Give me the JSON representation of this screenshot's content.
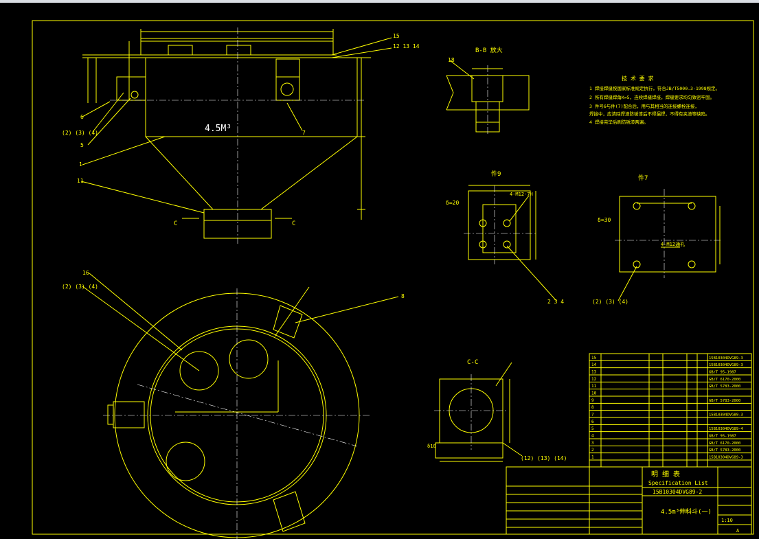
{
  "colors": {
    "background": "#000000",
    "line": "#ffff00",
    "centerline": "#ffffff"
  },
  "drawing": {
    "volume_label": "4.5M³",
    "section_labels": {
      "bb": "B-B 放大",
      "jian9": "件9",
      "jian7": "件7",
      "cc": "C-C",
      "c_mark": "C"
    },
    "part_labels": {
      "p15": "15",
      "p121314": "12 13 14",
      "p6": "6",
      "p234a": "(2) (3) (4)",
      "p5": "5",
      "p1": "1",
      "p11": "11",
      "p7": "7",
      "p16": "16",
      "p8": "8",
      "p18": "18",
      "p234b": "(2) (3) (4)",
      "p234c": "(2) (3) (4)",
      "p234d": "2  3  4",
      "p121314b": "(12) (13) (14)"
    },
    "dims": {
      "d20": "δ=20",
      "d30": "δ=30",
      "d10": "δ10",
      "m12a": "4-M12-7H",
      "m12b": "4-M12通孔"
    },
    "tech": {
      "title": "技 术 要 求",
      "lines": [
        "1  焊接焊缝按国家标准规定执行，符合JB/T5000.3-1998规定。",
        "2  所有焊缝焊角K=5，连续焊缝焊接，焊缝要求均匀致密牢固。",
        "3  件号6与件(7)配合后，用与其相当的连接螺栓连接，",
        "   焊接中，应清除焊渣防锈漆后不得漏焊，不得有夹渣等缺陷。",
        "4  焊接完毕后刷防锈漆两遍。"
      ]
    },
    "title_block": {
      "list_title": "明 细 表",
      "list_subtitle": "Specification List",
      "drawing_no": "15B10304DVG89-2",
      "name": "4.5m³伸料斗(一)",
      "scale": "1:10",
      "sheet": "A"
    },
    "bom_rows": [
      {
        "no": "15",
        "code": "15B10304DVG89-3"
      },
      {
        "no": "14",
        "code": "15B10304DVG89-3"
      },
      {
        "no": "13",
        "code": "GB/T 95-1987"
      },
      {
        "no": "12",
        "code": "GB/T 6170-2000"
      },
      {
        "no": "11",
        "code": "GB/T 5783-2000"
      },
      {
        "no": "10",
        "code": ""
      },
      {
        "no": "9",
        "code": "GB/T 5783-2000"
      },
      {
        "no": "8",
        "code": ""
      },
      {
        "no": "7",
        "code": "15B10304DVG89-3"
      },
      {
        "no": "6",
        "code": ""
      },
      {
        "no": "5",
        "code": "15B10304DVG89-4"
      },
      {
        "no": "4",
        "code": "GB/T 95-1987"
      },
      {
        "no": "3",
        "code": "GB/T 6170-2000"
      },
      {
        "no": "2",
        "code": "GB/T 5783-2000"
      },
      {
        "no": "1",
        "code": "15B10304DVG89-3"
      }
    ]
  }
}
